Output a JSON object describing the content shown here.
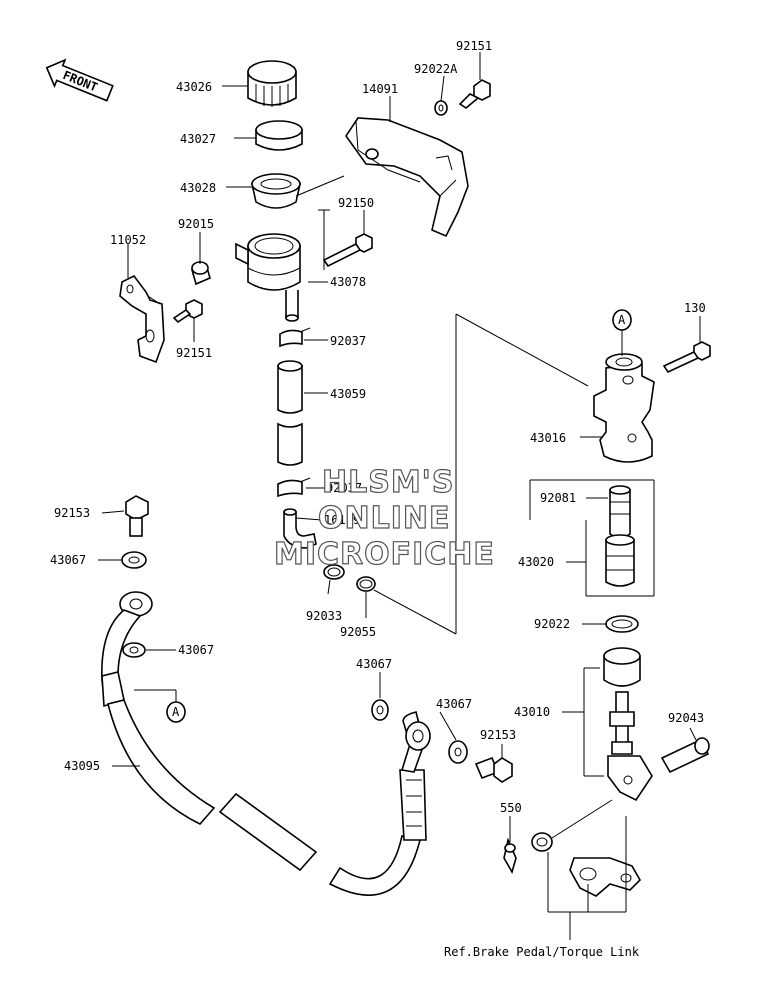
{
  "front_arrow": "FRONT",
  "callout_letter": "A",
  "watermark": [
    "HLSM'S",
    "ONLINE",
    "MICROFICHE"
  ],
  "footer_note": "Ref.Brake Pedal/Torque Link",
  "parts": {
    "p43026": "43026",
    "p43027": "43027",
    "p43028": "43028",
    "p14091": "14091",
    "p92022A": "92022A",
    "p92151_top": "92151",
    "p11052": "11052",
    "p92015": "92015",
    "p92150": "92150",
    "p43078": "43078",
    "p92151_left": "92151",
    "p92037_a": "92037",
    "p43059": "43059",
    "p92037_b": "92037",
    "p16159": "16159",
    "p92033": "92033",
    "p92055": "92055",
    "p130": "130",
    "p43016": "43016",
    "p92081": "92081",
    "p43020": "43020",
    "p92022": "92022",
    "p92153_left": "92153",
    "p43067_a": "43067",
    "p43067_b": "43067",
    "p43095": "43095",
    "p43067_c": "43067",
    "p43067_d": "43067",
    "p92153_right": "92153",
    "p550": "550",
    "p43010": "43010",
    "p92043": "92043"
  }
}
